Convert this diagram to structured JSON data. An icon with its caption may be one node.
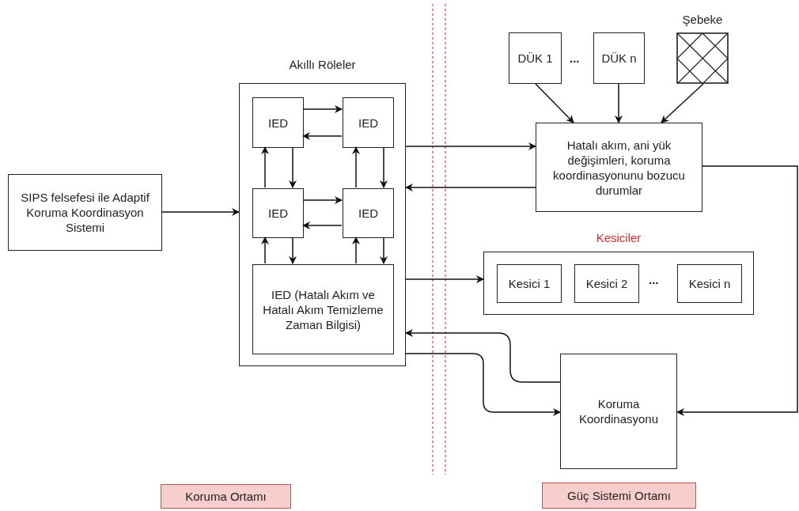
{
  "diagram": {
    "nodes": [
      {
        "text": [
          "SIPS felsefesi ile Adaptif Koruma Koordinasyon Sistemi"
        ]
      },
      {
        "text": [
          "Akıllı Röleler"
        ]
      },
      {
        "text": [
          "IED"
        ],
        "in": 1
      },
      {
        "text": [
          "IED"
        ],
        "in": 1
      },
      {
        "text": [
          "IED"
        ],
        "in": 1
      },
      {
        "text": [
          "IED"
        ],
        "in": 1
      },
      {
        "text": [
          "IED (Hatalı Akım ve Hatalı Akım Temizleme Zaman Bilgisi)"
        ],
        "in": 1
      },
      {
        "text": [
          "DÜK 1"
        ]
      },
      {
        "text": [
          "DÜK n"
        ]
      },
      {
        "text": [
          "Şebeke"
        ]
      },
      {
        "text": [
          "Hatalı akım, ani yük değişimleri, koruma koordinasyonunu bozucu durumlar"
        ]
      },
      {
        "text": [
          "Kesiciler"
        ]
      },
      {
        "text": [
          "Kesici 1"
        ],
        "in": 11
      },
      {
        "text": [
          "Kesici 2"
        ],
        "in": 11
      },
      {
        "text": [
          "Kesici n"
        ],
        "in": 11
      },
      {
        "text": [
          "Koruma Koordinasyonu"
        ]
      },
      {
        "text": [
          "Koruma Ortamı"
        ]
      },
      {
        "text": [
          "Güç Sistemi Ortamı"
        ]
      }
    ],
    "edges": [
      {
        "from": 0,
        "to": 1,
        "arrow": "to"
      },
      {
        "from": 2,
        "to": 3,
        "arrow": "to"
      },
      {
        "from": 3,
        "to": 2,
        "arrow": "to"
      },
      {
        "from": 2,
        "to": 4,
        "arrow": "to"
      },
      {
        "from": 4,
        "to": 2,
        "arrow": "to"
      },
      {
        "from": 3,
        "to": 5,
        "arrow": "to"
      },
      {
        "from": 5,
        "to": 3,
        "arrow": "to"
      },
      {
        "from": 4,
        "to": 5,
        "arrow": "to"
      },
      {
        "from": 5,
        "to": 4,
        "arrow": "to"
      },
      {
        "from": 4,
        "to": 6,
        "arrow": "to"
      },
      {
        "from": 6,
        "to": 4,
        "arrow": "to"
      },
      {
        "from": 5,
        "to": 6,
        "arrow": "to"
      },
      {
        "from": 6,
        "to": 5,
        "arrow": "to"
      },
      {
        "from": 7,
        "to": 10,
        "arrow": "to"
      },
      {
        "from": 8,
        "to": 10,
        "arrow": "to"
      },
      {
        "from": 9,
        "to": 10,
        "arrow": "to"
      },
      {
        "from": 1,
        "to": 10,
        "arrow": "to"
      },
      {
        "from": 10,
        "to": 1,
        "arrow": "to"
      },
      {
        "from": 1,
        "to": 11,
        "arrow": "to"
      },
      {
        "from": 15,
        "to": 1,
        "arrow": "to"
      },
      {
        "from": 1,
        "to": 15,
        "arrow": "to"
      },
      {
        "from": 10,
        "to": 15,
        "arrow": "to"
      }
    ],
    "labels": [
      "...",
      "..."
    ]
  }
}
